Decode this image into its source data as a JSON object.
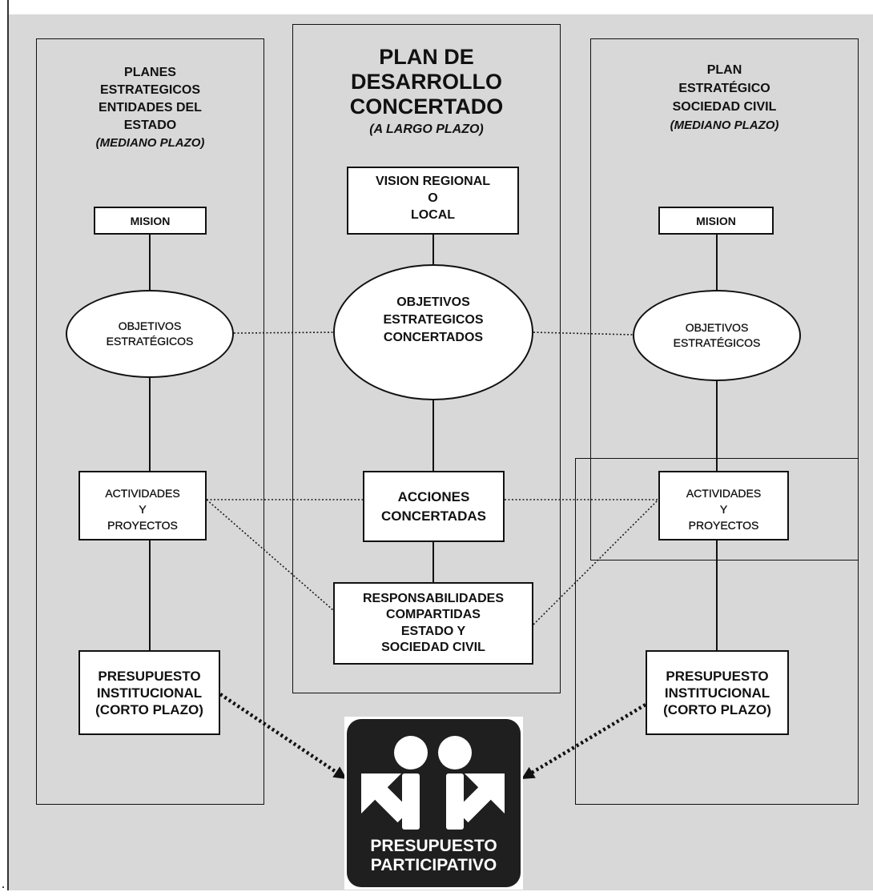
{
  "colors": {
    "background": "#d8d8d8",
    "box_fill": "#ffffff",
    "stroke": "#111111",
    "logo_fill": "#1f1f1f",
    "logo_text": "#ffffff"
  },
  "left": {
    "title": [
      "PLANES",
      "ESTRATEGICOS",
      "ENTIDADES DEL",
      "ESTADO"
    ],
    "subtitle": "(MEDIANO PLAZO)",
    "mision": "MISION",
    "objetivos": [
      "OBJETIVOS",
      "ESTRATÉGICOS"
    ],
    "actividades": [
      "ACTIVIDADES",
      "Y",
      "PROYECTOS"
    ],
    "presupuesto": [
      "PRESUPUESTO",
      "INSTITUCIONAL",
      "(CORTO PLAZO)"
    ]
  },
  "center": {
    "title": [
      "PLAN DE",
      "DESARROLLO",
      "CONCERTADO"
    ],
    "subtitle": "(A LARGO PLAZO)",
    "vision": [
      "VISION REGIONAL",
      "O",
      "LOCAL"
    ],
    "objetivos": [
      "OBJETIVOS",
      "ESTRATEGICOS",
      "CONCERTADOS"
    ],
    "acciones": [
      "ACCIONES",
      "CONCERTADAS"
    ],
    "responsabilidades": [
      "RESPONSABILIDADES",
      "COMPARTIDAS",
      "ESTADO Y",
      "SOCIEDAD CIVIL"
    ]
  },
  "right": {
    "title": [
      "PLAN",
      "ESTRATÉGICO",
      "SOCIEDAD CIVIL"
    ],
    "subtitle": "(MEDIANO PLAZO)",
    "mision": "MISION",
    "objetivos": [
      "OBJETIVOS",
      "ESTRATÉGICOS"
    ],
    "actividades": [
      "ACTIVIDADES",
      "Y",
      "PROYECTOS"
    ],
    "presupuesto": [
      "PRESUPUESTO",
      "INSTITUCIONAL",
      "(CORTO PLAZO)"
    ]
  },
  "logo": {
    "icon": "people-arrows-icon",
    "lines": [
      "PRESUPUESTO",
      "PARTICIPATIVO"
    ]
  }
}
